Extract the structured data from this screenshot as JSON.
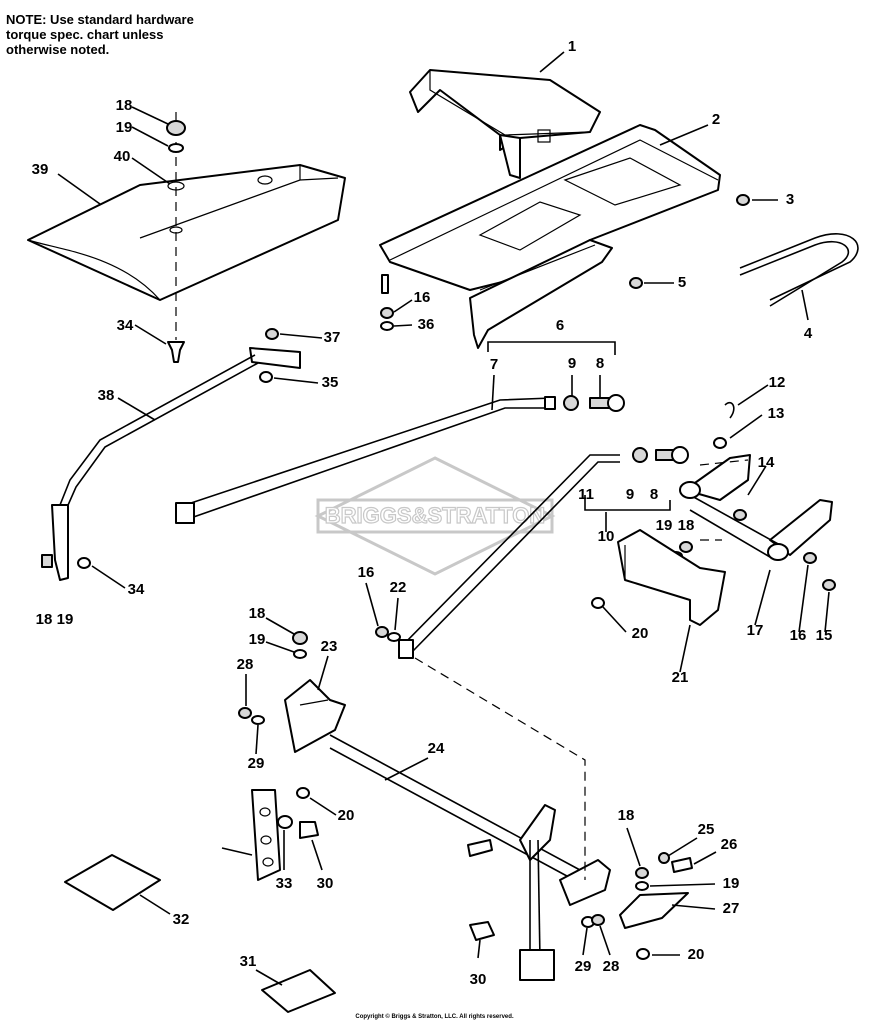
{
  "note": "NOTE: Use standard hardware\ntorque spec. chart unless\notherwise noted.",
  "copyright": "Copyright © Briggs & Stratton, LLC. All rights reserved.",
  "watermark": "BRIGGS&STRATTON",
  "callouts": [
    {
      "id": "c1",
      "text": "1"
    },
    {
      "id": "c2",
      "text": "2"
    },
    {
      "id": "c3",
      "text": "3"
    },
    {
      "id": "c4",
      "text": "4"
    },
    {
      "id": "c5",
      "text": "5"
    },
    {
      "id": "c6",
      "text": "6"
    },
    {
      "id": "c7",
      "text": "7"
    },
    {
      "id": "c8a",
      "text": "8"
    },
    {
      "id": "c9a",
      "text": "9"
    },
    {
      "id": "c12",
      "text": "12"
    },
    {
      "id": "c13",
      "text": "13"
    },
    {
      "id": "c14",
      "text": "14"
    },
    {
      "id": "c11",
      "text": "11"
    },
    {
      "id": "c9b",
      "text": "9"
    },
    {
      "id": "c8b",
      "text": "8"
    },
    {
      "id": "c10",
      "text": "10"
    },
    {
      "id": "c19a",
      "text": "19"
    },
    {
      "id": "c18a",
      "text": "18"
    },
    {
      "id": "c17",
      "text": "17"
    },
    {
      "id": "c16a",
      "text": "16"
    },
    {
      "id": "c15",
      "text": "15"
    },
    {
      "id": "c20a",
      "text": "20"
    },
    {
      "id": "c21",
      "text": "21"
    },
    {
      "id": "c18b",
      "text": "18"
    },
    {
      "id": "c19b",
      "text": "19"
    },
    {
      "id": "c40",
      "text": "40"
    },
    {
      "id": "c39",
      "text": "39"
    },
    {
      "id": "c34a",
      "text": "34"
    },
    {
      "id": "c37",
      "text": "37"
    },
    {
      "id": "c35",
      "text": "35"
    },
    {
      "id": "c38",
      "text": "38"
    },
    {
      "id": "c16b",
      "text": "16"
    },
    {
      "id": "c36",
      "text": "36"
    },
    {
      "id": "c34b",
      "text": "34"
    },
    {
      "id": "c18c",
      "text": "18"
    },
    {
      "id": "c19c",
      "text": "19"
    },
    {
      "id": "c16c",
      "text": "16"
    },
    {
      "id": "c22",
      "text": "22"
    },
    {
      "id": "c18d",
      "text": "18"
    },
    {
      "id": "c19d",
      "text": "19"
    },
    {
      "id": "c23",
      "text": "23"
    },
    {
      "id": "c28a",
      "text": "28"
    },
    {
      "id": "c29a",
      "text": "29"
    },
    {
      "id": "c24",
      "text": "24"
    },
    {
      "id": "c20b",
      "text": "20"
    },
    {
      "id": "c33",
      "text": "33"
    },
    {
      "id": "c30a",
      "text": "30"
    },
    {
      "id": "c32",
      "text": "32"
    },
    {
      "id": "c31",
      "text": "31"
    },
    {
      "id": "c30b",
      "text": "30"
    },
    {
      "id": "c29b",
      "text": "29"
    },
    {
      "id": "c28b",
      "text": "28"
    },
    {
      "id": "c18e",
      "text": "18"
    },
    {
      "id": "c25",
      "text": "25"
    },
    {
      "id": "c26",
      "text": "26"
    },
    {
      "id": "c19e",
      "text": "19"
    },
    {
      "id": "c27",
      "text": "27"
    },
    {
      "id": "c20c",
      "text": "20"
    }
  ]
}
